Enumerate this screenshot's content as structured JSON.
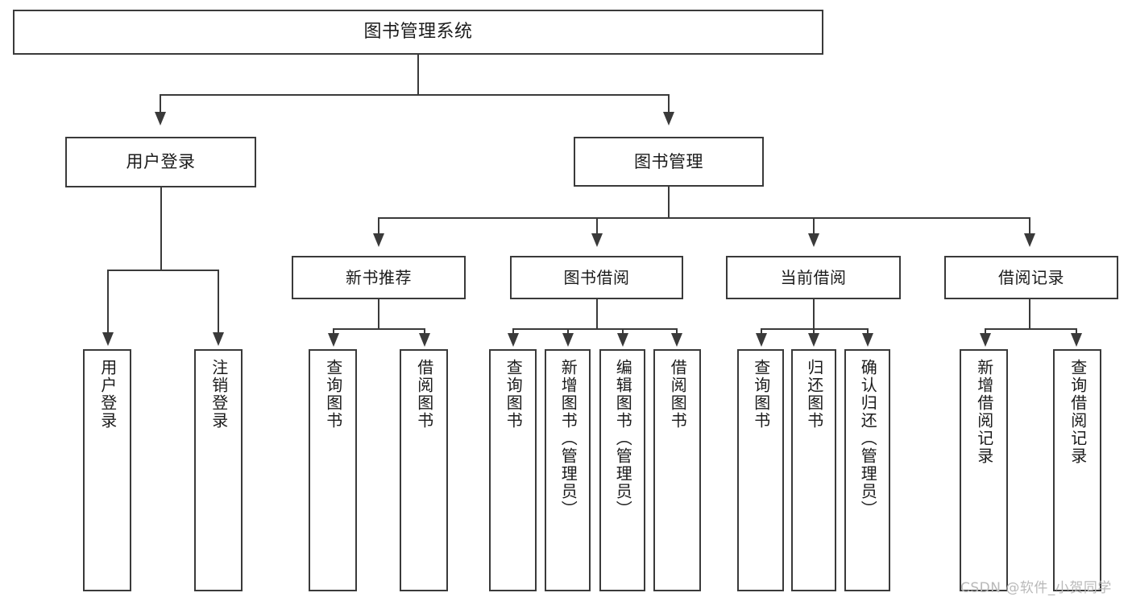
{
  "diagram": {
    "type": "tree-hierarchy",
    "title": "图书管理系统",
    "orientation": "top-down",
    "colors": {
      "background": "#ffffff",
      "box_border": "#3a3a3a",
      "box_fill": "#ffffff",
      "text": "#1b1b1b",
      "connector": "#3a3a3a",
      "watermark": "#b9b9b9"
    }
  },
  "root": {
    "label": "图书管理系统"
  },
  "level2": [
    {
      "id": "user-login",
      "label": "用户登录"
    },
    {
      "id": "book-management",
      "label": "图书管理"
    }
  ],
  "level3": [
    {
      "id": "new-book-recommend",
      "label": "新书推荐"
    },
    {
      "id": "book-borrow",
      "label": "图书借阅"
    },
    {
      "id": "current-borrow",
      "label": "当前借阅"
    },
    {
      "id": "borrow-record",
      "label": "借阅记录"
    }
  ],
  "leaves": {
    "user_login": [
      {
        "id": "leaf-user-login",
        "label": "用户登录"
      },
      {
        "id": "leaf-logout-login",
        "label": "注销登录"
      }
    ],
    "new_book_recommend": [
      {
        "id": "leaf-query-book-1",
        "label": "查询图书"
      },
      {
        "id": "leaf-borrow-book-1",
        "label": "借阅图书"
      }
    ],
    "book_borrow": [
      {
        "id": "leaf-query-book-2",
        "label": "查询图书"
      },
      {
        "id": "leaf-add-book",
        "label": "新增图书（管理员）"
      },
      {
        "id": "leaf-edit-book",
        "label": "编辑图书（管理员）"
      },
      {
        "id": "leaf-borrow-book-2",
        "label": "借阅图书"
      }
    ],
    "current_borrow": [
      {
        "id": "leaf-query-book-3",
        "label": "查询图书"
      },
      {
        "id": "leaf-return-book",
        "label": "归还图书"
      },
      {
        "id": "leaf-confirm-return",
        "label": "确认归还（管理员）"
      }
    ],
    "borrow_record": [
      {
        "id": "leaf-add-borrow-record",
        "label": "新增借阅记录"
      },
      {
        "id": "leaf-query-borrow-record",
        "label": "查询借阅记录"
      }
    ]
  },
  "watermark": {
    "text": "CSDN @软件_小贺同学"
  }
}
